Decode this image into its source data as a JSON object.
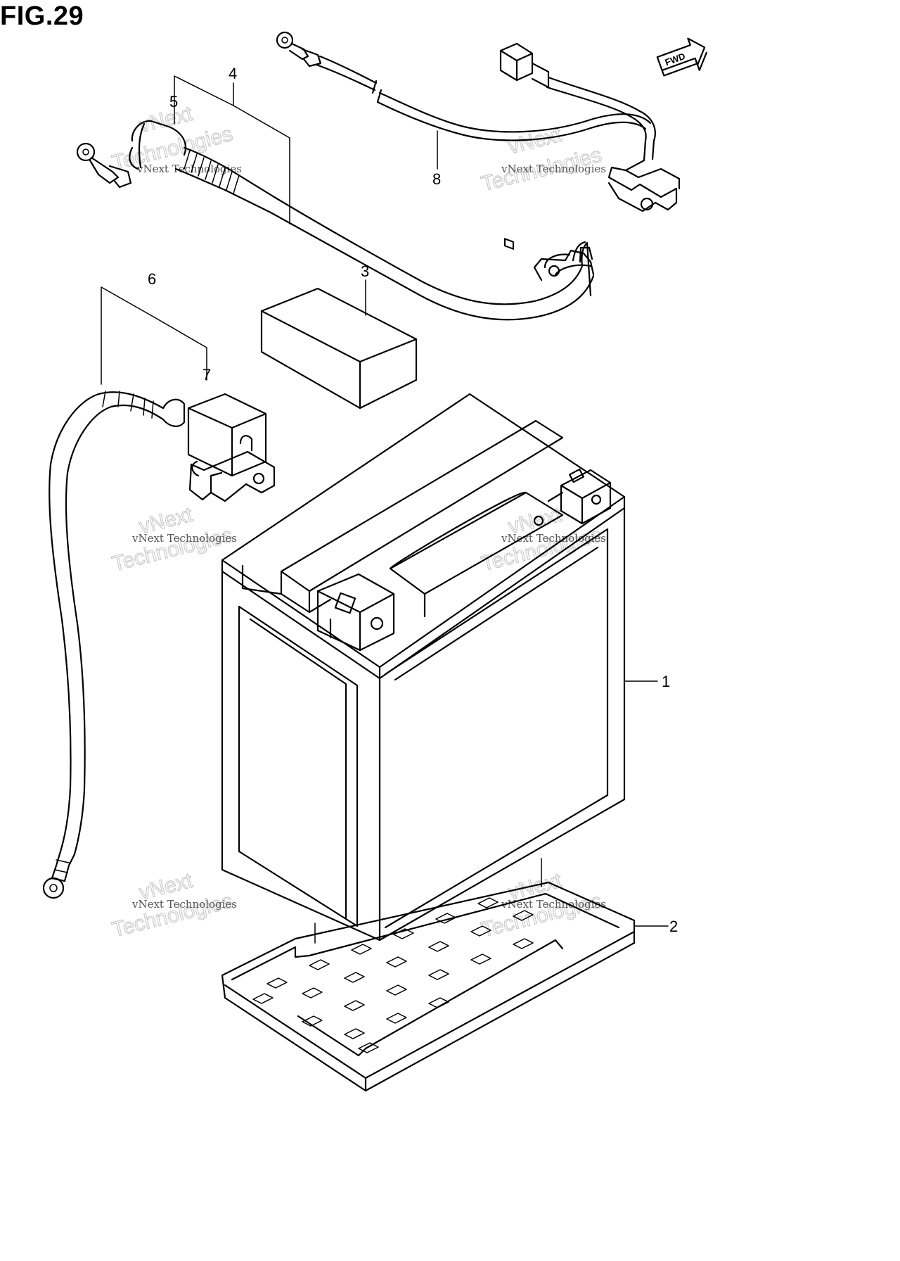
{
  "figure": {
    "title": "FIG.29"
  },
  "direction_badge": {
    "label": "FWD"
  },
  "callouts": [
    {
      "id": "1",
      "part": "battery"
    },
    {
      "id": "2",
      "part": "battery-tray"
    },
    {
      "id": "3",
      "part": "pad"
    },
    {
      "id": "4",
      "part": "positive-cable"
    },
    {
      "id": "5",
      "part": "terminal-cover"
    },
    {
      "id": "6",
      "part": "negative-cable"
    },
    {
      "id": "7",
      "part": "terminal-cover"
    },
    {
      "id": "8",
      "part": "sub-harness"
    }
  ],
  "watermark": {
    "small": "vNext Technologies",
    "big_line1": "vNext",
    "big_line2": "Technologies"
  }
}
